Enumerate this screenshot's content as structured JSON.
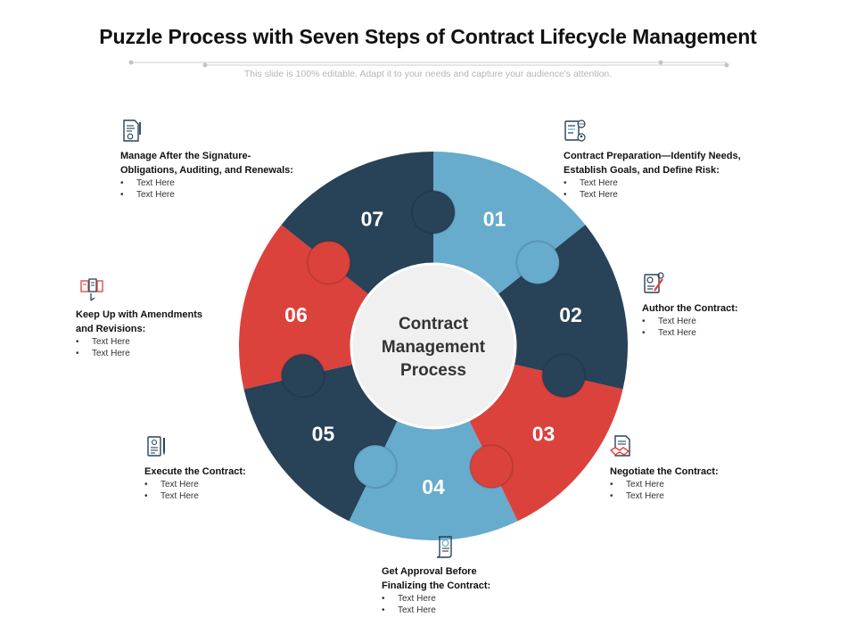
{
  "title": "Puzzle Process with Seven Steps of Contract Lifecycle Management",
  "subtitle": "This slide is 100% editable. Adapt it to your needs and capture your audience's attention.",
  "center_label": [
    "Contract",
    "Management",
    "Process"
  ],
  "colors": {
    "light_blue": "#67abcd",
    "dark_navy": "#284258",
    "red": "#db423c",
    "center_fill": "#f0f0f0"
  },
  "segments": [
    {
      "number": "01",
      "color": "#67abcd"
    },
    {
      "number": "02",
      "color": "#284258"
    },
    {
      "number": "03",
      "color": "#db423c"
    },
    {
      "number": "04",
      "color": "#67abcd"
    },
    {
      "number": "05",
      "color": "#284258"
    },
    {
      "number": "06",
      "color": "#db423c"
    },
    {
      "number": "07",
      "color": "#284258"
    }
  ],
  "steps": [
    {
      "heading": "Contract Preparation—Identify Needs,\nEstablish Goals, and Define Risk:",
      "bullets": [
        "Text Here",
        "Text Here"
      ],
      "icon": "document-globe-icon"
    },
    {
      "heading": "Author the Contract:",
      "bullets": [
        "Text Here",
        "Text Here"
      ],
      "icon": "author-edit-icon"
    },
    {
      "heading": "Negotiate the Contract:",
      "bullets": [
        "Text Here",
        "Text Here"
      ],
      "icon": "handshake-document-icon"
    },
    {
      "heading": "Get Approval Before\nFinalizing the Contract:",
      "bullets": [
        "Text Here",
        "Text Here"
      ],
      "icon": "approval-scroll-icon"
    },
    {
      "heading": "Execute  the Contract:",
      "bullets": [
        "Text Here",
        "Text Here"
      ],
      "icon": "contract-pen-icon"
    },
    {
      "heading": "Keep Up with Amendments\nand Revisions:",
      "bullets": [
        "Text Here",
        "Text Here"
      ],
      "icon": "revision-documents-icon"
    },
    {
      "heading": "Manage After the Signature-\nObligations, Auditing, and Renewals:",
      "bullets": [
        "Text Here",
        "Text Here"
      ],
      "icon": "signed-document-icon"
    }
  ]
}
